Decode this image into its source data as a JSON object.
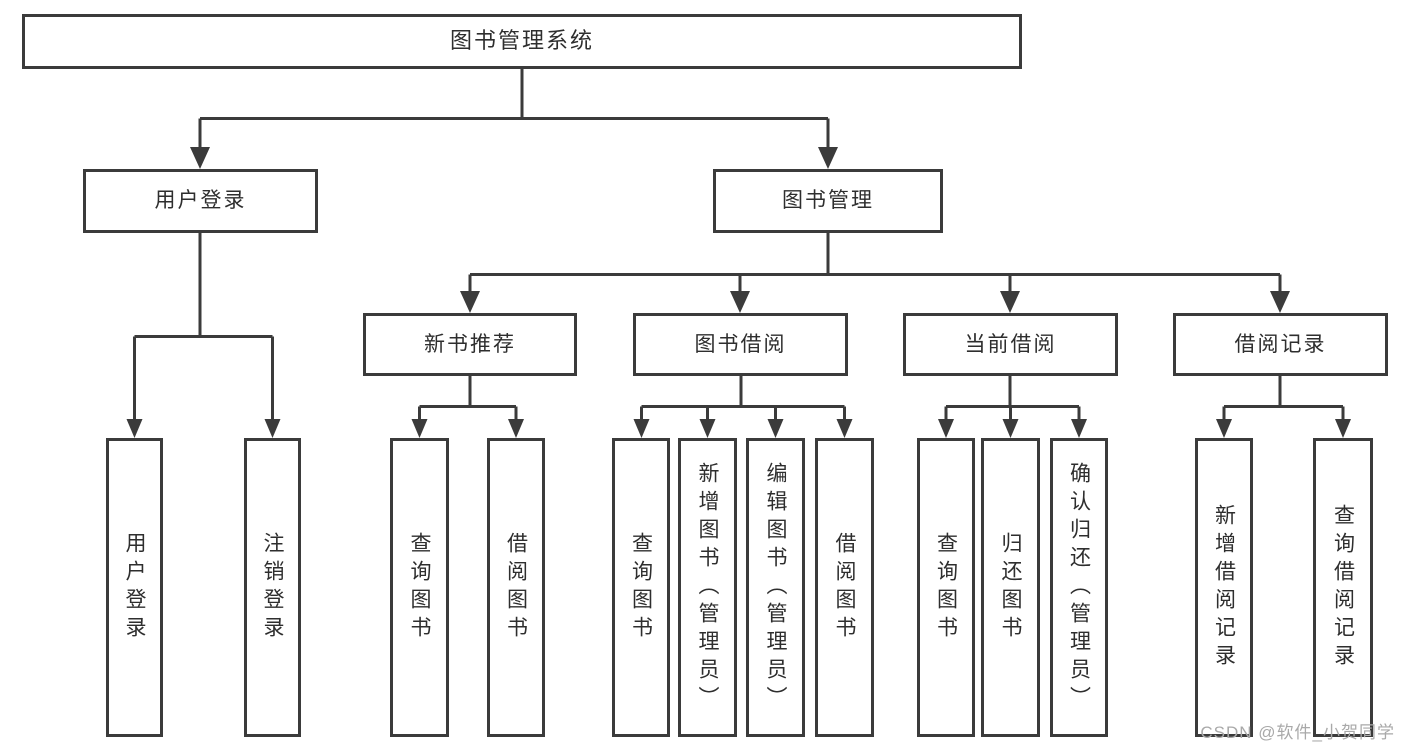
{
  "tree": {
    "root": "图书管理系统",
    "branches": [
      {
        "label": "用户登录",
        "children": [
          {
            "label": "用户登录"
          },
          {
            "label": "注销登录"
          }
        ]
      },
      {
        "label": "图书管理",
        "children": [
          {
            "label": "新书推荐",
            "children": [
              {
                "label": "查询图书"
              },
              {
                "label": "借阅图书"
              }
            ]
          },
          {
            "label": "图书借阅",
            "children": [
              {
                "label": "查询图书"
              },
              {
                "label": "新增图书（管理员）"
              },
              {
                "label": "编辑图书（管理员）"
              },
              {
                "label": "借阅图书"
              }
            ]
          },
          {
            "label": "当前借阅",
            "children": [
              {
                "label": "查询图书"
              },
              {
                "label": "归还图书"
              },
              {
                "label": "确认归还（管理员）"
              }
            ]
          },
          {
            "label": "借阅记录",
            "children": [
              {
                "label": "新增借阅记录"
              },
              {
                "label": "查询借阅记录"
              }
            ]
          }
        ]
      }
    ]
  },
  "colors": {
    "line": "#3b3b3b",
    "text": "#2e2e2e",
    "watermark": "#a9a9a9"
  },
  "watermark": {
    "text": "CSDN @软件_小贺同学"
  }
}
